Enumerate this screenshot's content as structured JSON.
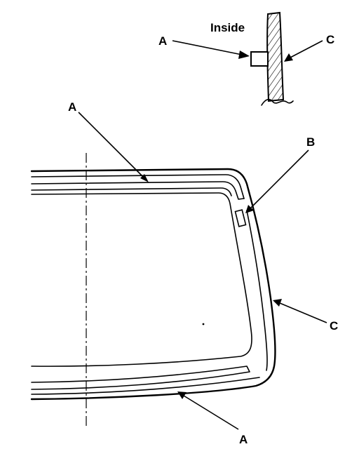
{
  "labels": {
    "inside": "Inside",
    "a_top_detail": "A",
    "c_top_detail": "C",
    "a_upper": "A",
    "b": "B",
    "c_side": "C",
    "a_lower": "A"
  }
}
